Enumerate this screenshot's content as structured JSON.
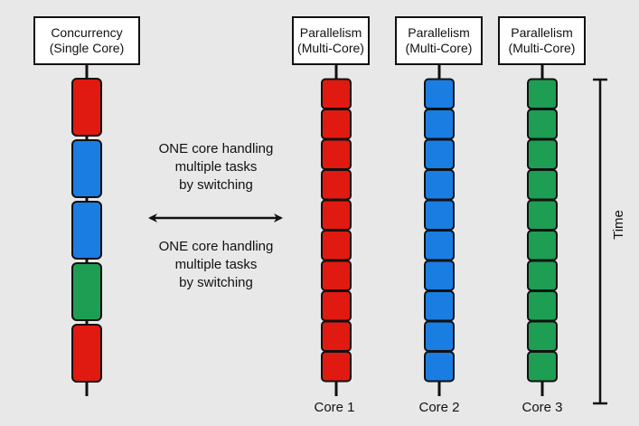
{
  "colors": {
    "red": "#e01a10",
    "blue": "#1a7de2",
    "green": "#1d9e52",
    "background": "#e8e8e8"
  },
  "concurrency": {
    "title_line1": "Concurrency",
    "title_line2": "(Single Core)",
    "tasks": [
      "red",
      "blue",
      "blue",
      "green",
      "red"
    ]
  },
  "parallel_columns": [
    {
      "title_line1": "Parallelism",
      "title_line2": "(Multi-Core)",
      "label": "Core 1",
      "color": "red",
      "task_count": 10
    },
    {
      "title_line1": "Parallelism",
      "title_line2": "(Multi-Core)",
      "label": "Core 2",
      "color": "blue",
      "task_count": 10
    },
    {
      "title_line1": "Parallelism",
      "title_line2": "(Multi-Core)",
      "label": "Core 3",
      "color": "green",
      "task_count": 10
    }
  ],
  "captions": {
    "top": [
      "ONE core handling",
      "multiple tasks",
      "by switching"
    ],
    "bottom": [
      "ONE core handling",
      "multiple tasks",
      "by switching"
    ]
  },
  "time_axis": {
    "label": "Time"
  }
}
